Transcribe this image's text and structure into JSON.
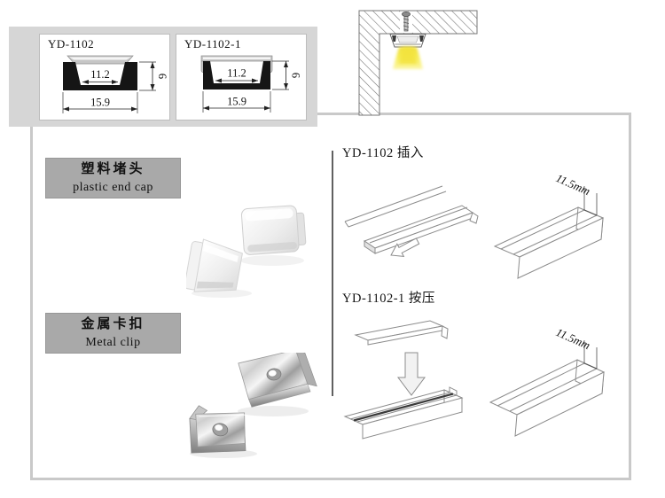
{
  "profiles": [
    {
      "title": "YD-1102",
      "inner_width": "11.2",
      "outer_width": "15.9",
      "height": "6"
    },
    {
      "title": "YD-1102-1",
      "inner_width": "11.2",
      "outer_width": "15.9",
      "height": "6"
    }
  ],
  "accessories": [
    {
      "label_zh": "塑料堵头",
      "label_en": "plastic end cap"
    },
    {
      "label_zh": "金属卡扣",
      "label_en": "Metal clip"
    }
  ],
  "installation": [
    {
      "title": "YD-1102 插入",
      "dimension": "11.5mm"
    },
    {
      "title": "YD-1102-1 按压",
      "dimension": "11.5mm"
    }
  ],
  "colors": {
    "panel_bg": "#d6d6d6",
    "label_bg": "#a9a9a9",
    "profile_black": "#151515",
    "cover_gray": "#c6c6c6",
    "glow_yellow": "#f6ec53",
    "main_border": "#c9c9c9",
    "line_art": "#8c8c8c"
  }
}
